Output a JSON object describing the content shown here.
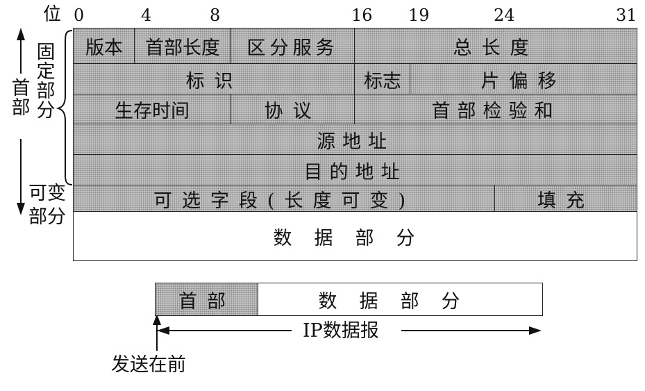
{
  "header": {
    "bit_prefix": "位",
    "bit_positions": [
      "0",
      "4",
      "8",
      "16",
      "19",
      "24",
      "31"
    ]
  },
  "rows": [
    [
      {
        "label": "版本"
      },
      {
        "label": "首部长度"
      },
      {
        "label": "区分服务"
      },
      {
        "label": "总长度"
      }
    ],
    [
      {
        "label": "标识"
      },
      {
        "label": "标志"
      },
      {
        "label": "片偏移"
      }
    ],
    [
      {
        "label": "生存时间"
      },
      {
        "label": "协议"
      },
      {
        "label": "首部检验和"
      }
    ],
    [
      {
        "label": "源地址"
      }
    ],
    [
      {
        "label": "目的地址"
      }
    ],
    [
      {
        "label": "可选字段(长度可变)"
      },
      {
        "label": "填充"
      }
    ],
    [
      {
        "label": "数据部分"
      }
    ]
  ],
  "side_labels": {
    "fixed_header": "固定部分",
    "header": "首部",
    "variable_part": "可变部分"
  },
  "datagram": {
    "header_label": "首部",
    "data_label": "数据部分",
    "arrow_label": "IP数据报",
    "send_first": "发送在前"
  },
  "colors": {
    "shaded_field": "#c2c2c2",
    "border": "#222222"
  }
}
